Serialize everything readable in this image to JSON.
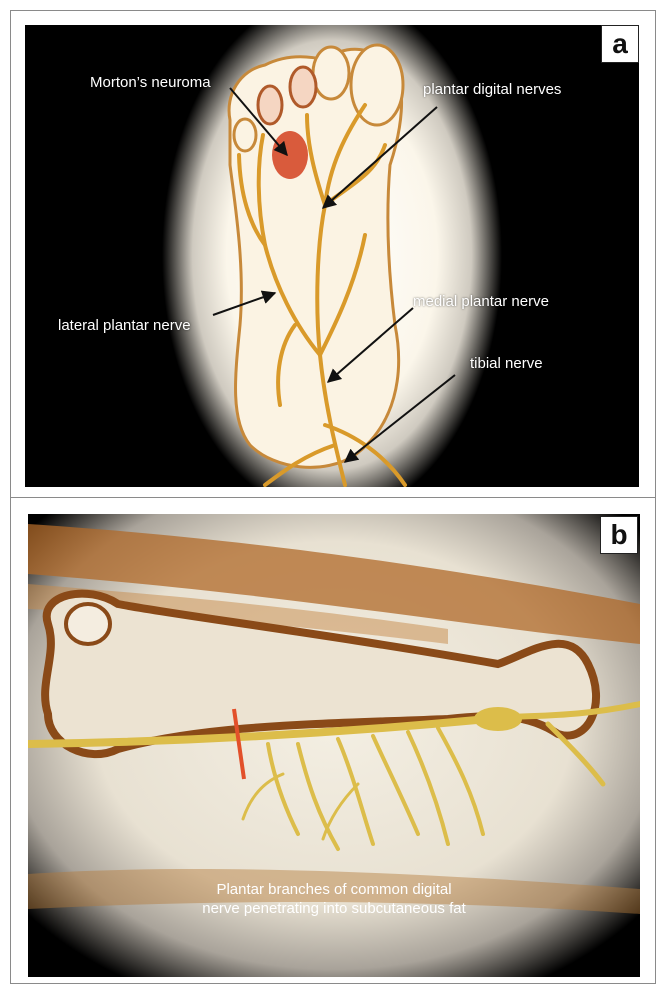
{
  "panel_a": {
    "badge": "a",
    "labels": {
      "morton": "Morton’s neuroma",
      "plantar_digital": "plantar digital nerves",
      "lateral_plantar": "lateral plantar nerve",
      "medial_plantar": "medial plantar nerve",
      "tibial": "tibial nerve"
    }
  },
  "panel_b": {
    "badge": "b",
    "caption_line1": "Plantar branches of common digital",
    "caption_line2": "nerve penetrating into subcutaneous fat"
  },
  "colors": {
    "nerve": "#d99a2a",
    "neuroma": "#d2401e",
    "background_glow": "#fbf6ea",
    "arrow": "#111111",
    "incision_marker": "#e2502a"
  }
}
